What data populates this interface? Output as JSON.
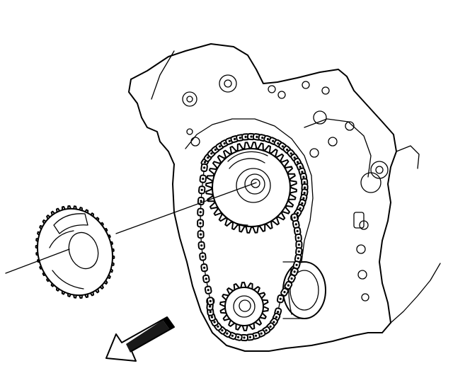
{
  "diagram": {
    "type": "technical-line-illustration",
    "colors": {
      "ink": "#000000",
      "background": "#ffffff"
    },
    "parts": [
      "engine-front-cover",
      "timing-chain",
      "camshaft-sprocket",
      "crankshaft-sprocket",
      "removed-sprocket",
      "center-line",
      "direction-arrow"
    ],
    "sprockets": {
      "camshaft_teeth": 36,
      "crankshaft_teeth": 18,
      "removed_teeth": 40
    },
    "arrow_direction": "down-left"
  }
}
